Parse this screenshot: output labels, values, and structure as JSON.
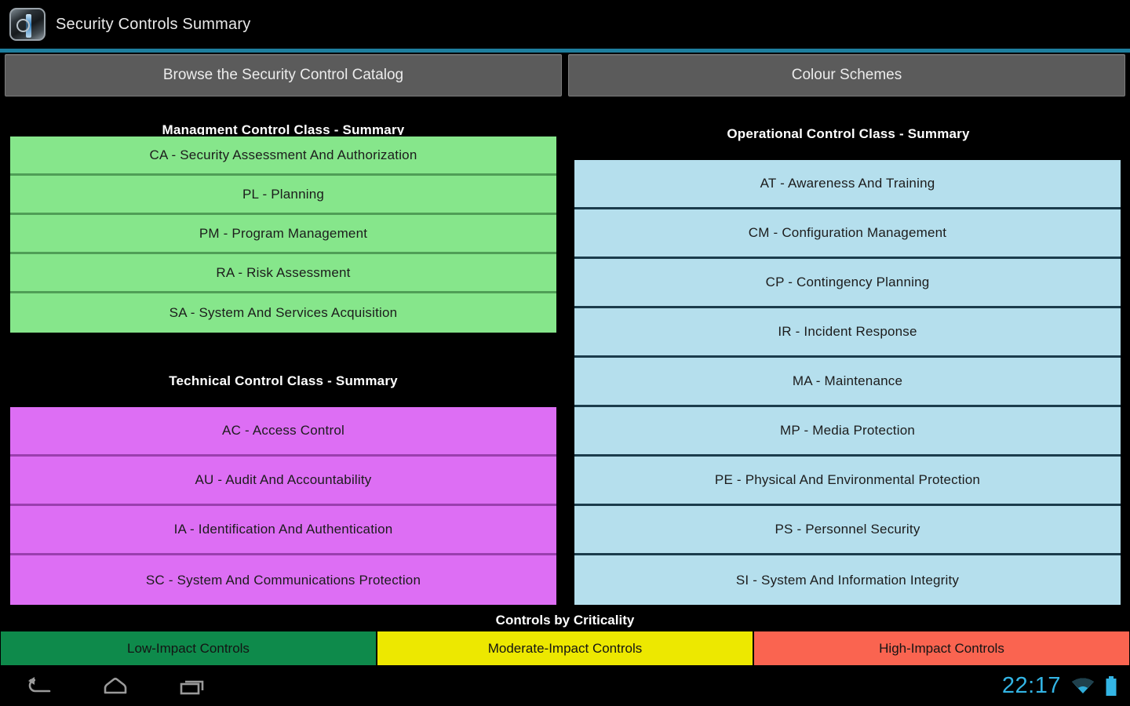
{
  "window": {
    "title": "Security Controls Summary",
    "app_icon": "app-icon"
  },
  "tabs": [
    {
      "label": "Browse the Security Control Catalog",
      "name": "tab-browse-catalog"
    },
    {
      "label": "Colour Schemes",
      "name": "tab-colour-schemes"
    }
  ],
  "classes": {
    "management": {
      "heading": "Managment Control Class - Summary",
      "color": "#86e68b",
      "divider_color": "#4f9e56",
      "items": [
        "CA - Security Assessment And Authorization",
        "PL - Planning",
        "PM - Program Management",
        "RA - Risk Assessment",
        "SA - System And Services Acquisition"
      ]
    },
    "technical": {
      "heading": "Technical Control Class - Summary",
      "color": "#dd6ef4",
      "divider_color": "#9a3fae",
      "items": [
        "AC - Access Control",
        "AU - Audit And Accountability",
        "IA - Identification And Authentication",
        "SC - System And Communications Protection"
      ]
    },
    "operational": {
      "heading": "Operational Control Class - Summary",
      "color": "#b5dfed",
      "divider_color": "#1b3c4c",
      "items": [
        "AT - Awareness And Training",
        "CM - Configuration Management",
        "CP - Contingency Planning",
        "IR - Incident Response",
        "MA - Maintenance",
        "MP - Media Protection",
        "PE - Physical And Environmental Protection",
        "PS - Personnel Security",
        "SI - System And Information Integrity"
      ]
    }
  },
  "criticality": {
    "title": "Controls by Criticality",
    "bands": [
      {
        "label": "Low-Impact Controls",
        "color": "#0e8a4b"
      },
      {
        "label": "Moderate-Impact Controls",
        "color": "#ede800"
      },
      {
        "label": "High-Impact Controls",
        "color": "#fa6450"
      }
    ]
  },
  "navbar": {
    "back": "back-icon",
    "home": "home-icon",
    "recents": "recent-apps-icon",
    "clock": "22:17",
    "wifi": "wifi-icon",
    "battery": "battery-icon",
    "accent_color": "#33b5e5"
  }
}
